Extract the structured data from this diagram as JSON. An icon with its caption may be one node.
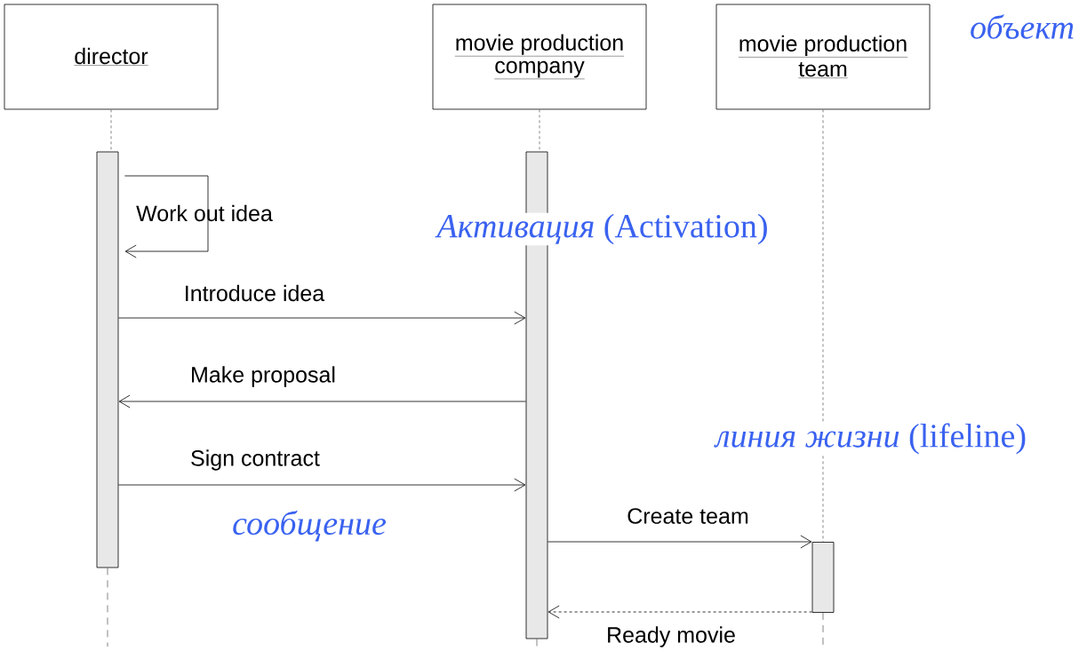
{
  "diagram": {
    "nodes": [
      {
        "text": [
          "director"
        ]
      },
      {
        "text": [
          "movie production company"
        ]
      },
      {
        "text": [
          "movie production team"
        ]
      },
      {
        "text": [],
        "shape": "bar"
      },
      {
        "text": [],
        "shape": "bar"
      },
      {
        "text": [],
        "shape": "bar"
      }
    ],
    "edges": [
      {
        "from": 0,
        "to": 3,
        "arrow": "none",
        "style": "dashed",
        "color": "#666666"
      },
      {
        "from": 1,
        "to": 4,
        "arrow": "none",
        "style": "dashed",
        "color": "#666666"
      },
      {
        "from": 2,
        "to": 5,
        "arrow": "none",
        "style": "dashed",
        "color": "#666666"
      },
      {
        "from": 3,
        "to": 3,
        "arrow": "to",
        "label": "Work out idea"
      },
      {
        "from": 3,
        "to": 4,
        "arrow": "to",
        "label": "Introduce idea"
      },
      {
        "from": 4,
        "to": 3,
        "arrow": "to",
        "label": "Make proposal"
      },
      {
        "from": 3,
        "to": 4,
        "arrow": "to",
        "label": "Sign contract"
      },
      {
        "from": 4,
        "to": 5,
        "arrow": "to",
        "label": "Create team"
      },
      {
        "from": 5,
        "to": 4,
        "arrow": "to",
        "label": "Ready movie",
        "style": "dashed"
      }
    ],
    "labels": [
      "объект",
      "*Активация* (Activation)",
      "*линия жизни* (lifeline)",
      "сообщение"
    ]
  }
}
